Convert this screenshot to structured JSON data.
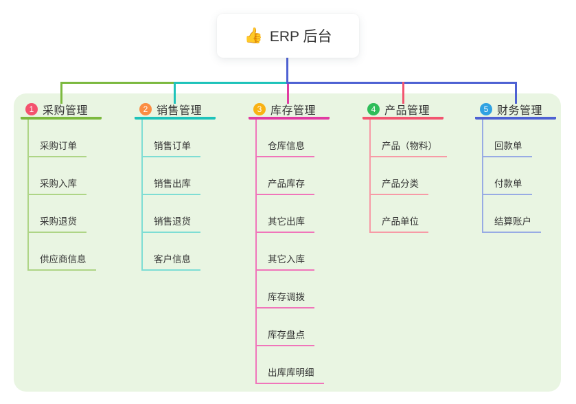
{
  "root": {
    "icon": "👍",
    "icon_name": "thumbs-up-icon",
    "title": "ERP 后台"
  },
  "canvas": {
    "background": "#ffffff",
    "panel_background": "#e9f5e2",
    "root_connector_color": "#4e61d3"
  },
  "branches": [
    {
      "index": "1",
      "title": "采购管理",
      "badge_color": "#f4526e",
      "line_color": "#7cb93f",
      "child_line_color": "#aed586",
      "children": [
        "采购订单",
        "采购入库",
        "采购退货",
        "供应商信息"
      ]
    },
    {
      "index": "2",
      "title": "销售管理",
      "badge_color": "#fb8d42",
      "line_color": "#1ec3ba",
      "child_line_color": "#7eddd4",
      "children": [
        "销售订单",
        "销售出库",
        "销售退货",
        "客户信息"
      ]
    },
    {
      "index": "3",
      "title": "库存管理",
      "badge_color": "#f9b213",
      "line_color": "#e13ba2",
      "child_line_color": "#f075ba",
      "children": [
        "仓库信息",
        "产品库存",
        "其它出库",
        "其它入库",
        "库存调拨",
        "库存盘点",
        "出库库明细"
      ]
    },
    {
      "index": "4",
      "title": "产品管理",
      "badge_color": "#2ebd59",
      "line_color": "#f25570",
      "child_line_color": "#f79aa6",
      "children": [
        "产品（物料）",
        "产品分类",
        "产品单位"
      ]
    },
    {
      "index": "5",
      "title": "财务管理",
      "badge_color": "#30a2e2",
      "line_color": "#4e61d3",
      "child_line_color": "#98abe4",
      "children": [
        "回款单",
        "付款单",
        "结算账户"
      ]
    }
  ]
}
